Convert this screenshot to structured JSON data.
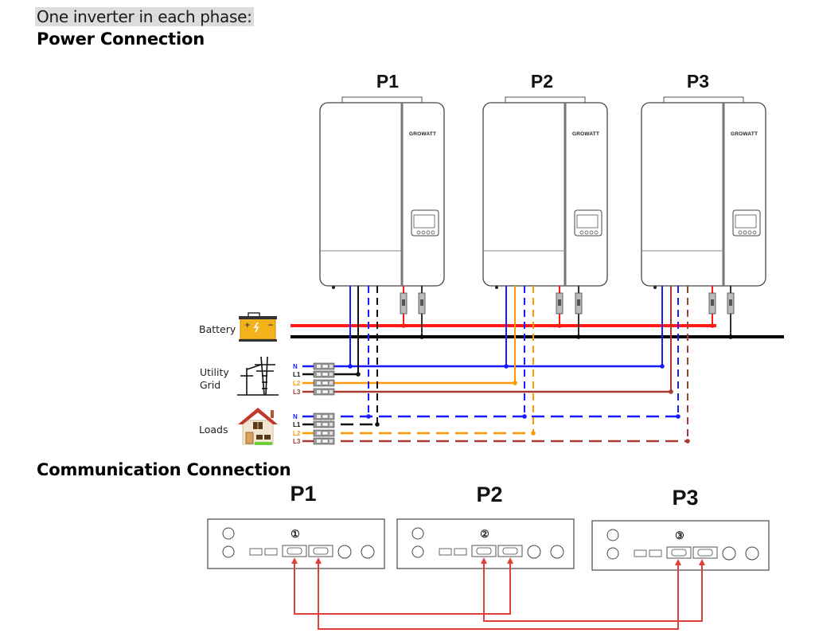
{
  "header": {
    "intro": "One inverter in each phase:",
    "power_title": "Power Connection",
    "comm_title": "Communication Connection"
  },
  "inverters": [
    {
      "label": "P1",
      "brand": "GROWATT",
      "comm_number": "①"
    },
    {
      "label": "P2",
      "brand": "GROWATT",
      "comm_number": "②"
    },
    {
      "label": "P3",
      "brand": "GROWATT",
      "comm_number": "③"
    }
  ],
  "sources": {
    "battery": {
      "label": "Battery",
      "icon": "battery-icon"
    },
    "grid": {
      "label_line1": "Utility",
      "label_line2": "Grid",
      "icon": "power-pole-icon"
    },
    "loads": {
      "label": "Loads",
      "icon": "house-icon"
    }
  },
  "wire_labels": [
    "N",
    "L1",
    "L2",
    "L3"
  ],
  "colors": {
    "N": "#1a1aff",
    "L1": "#111111",
    "L2": "#ff9900",
    "L3": "#a83a32",
    "battery_pos": "#ff1a1a",
    "battery_neg": "#000000",
    "comm_cable": "#e0403a",
    "battery_body": "#f2b21c",
    "roof": "#c0392b"
  },
  "phase_assignment": [
    {
      "inverter": "P1",
      "line": "L1"
    },
    {
      "inverter": "P2",
      "line": "L2"
    },
    {
      "inverter": "P3",
      "line": "L3"
    }
  ]
}
